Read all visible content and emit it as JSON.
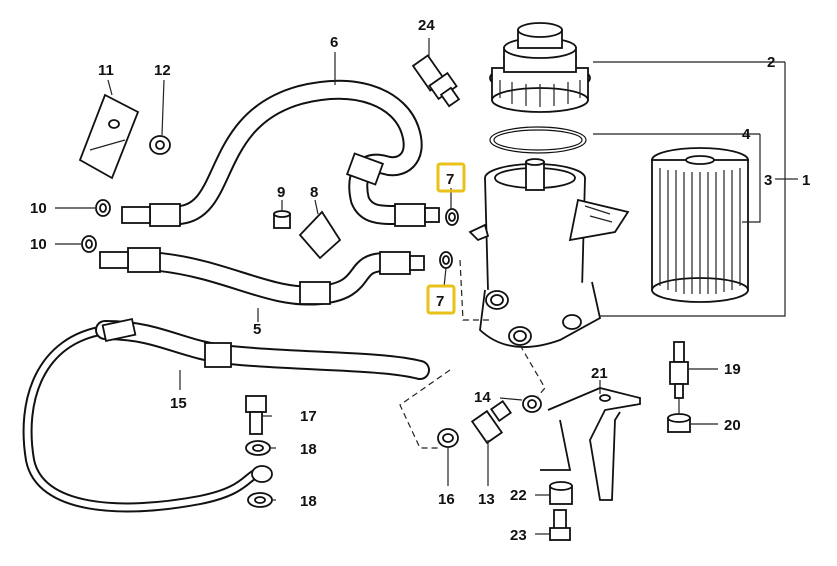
{
  "labels": {
    "p1": "1",
    "p2": "2",
    "p3": "3",
    "p4": "4",
    "p5": "5",
    "p6": "6",
    "p7a": "7",
    "p7b": "7",
    "p8": "8",
    "p9": "9",
    "p10a": "10",
    "p10b": "10",
    "p11": "11",
    "p12": "12",
    "p13": "13",
    "p14": "14",
    "p15": "15",
    "p16": "16",
    "p17": "17",
    "p18a": "18",
    "p18b": "18",
    "p19": "19",
    "p20": "20",
    "p21": "21",
    "p22": "22",
    "p23": "23",
    "p24": "24"
  },
  "colors": {
    "highlight": "#e8c21a",
    "ink": "#111111"
  }
}
